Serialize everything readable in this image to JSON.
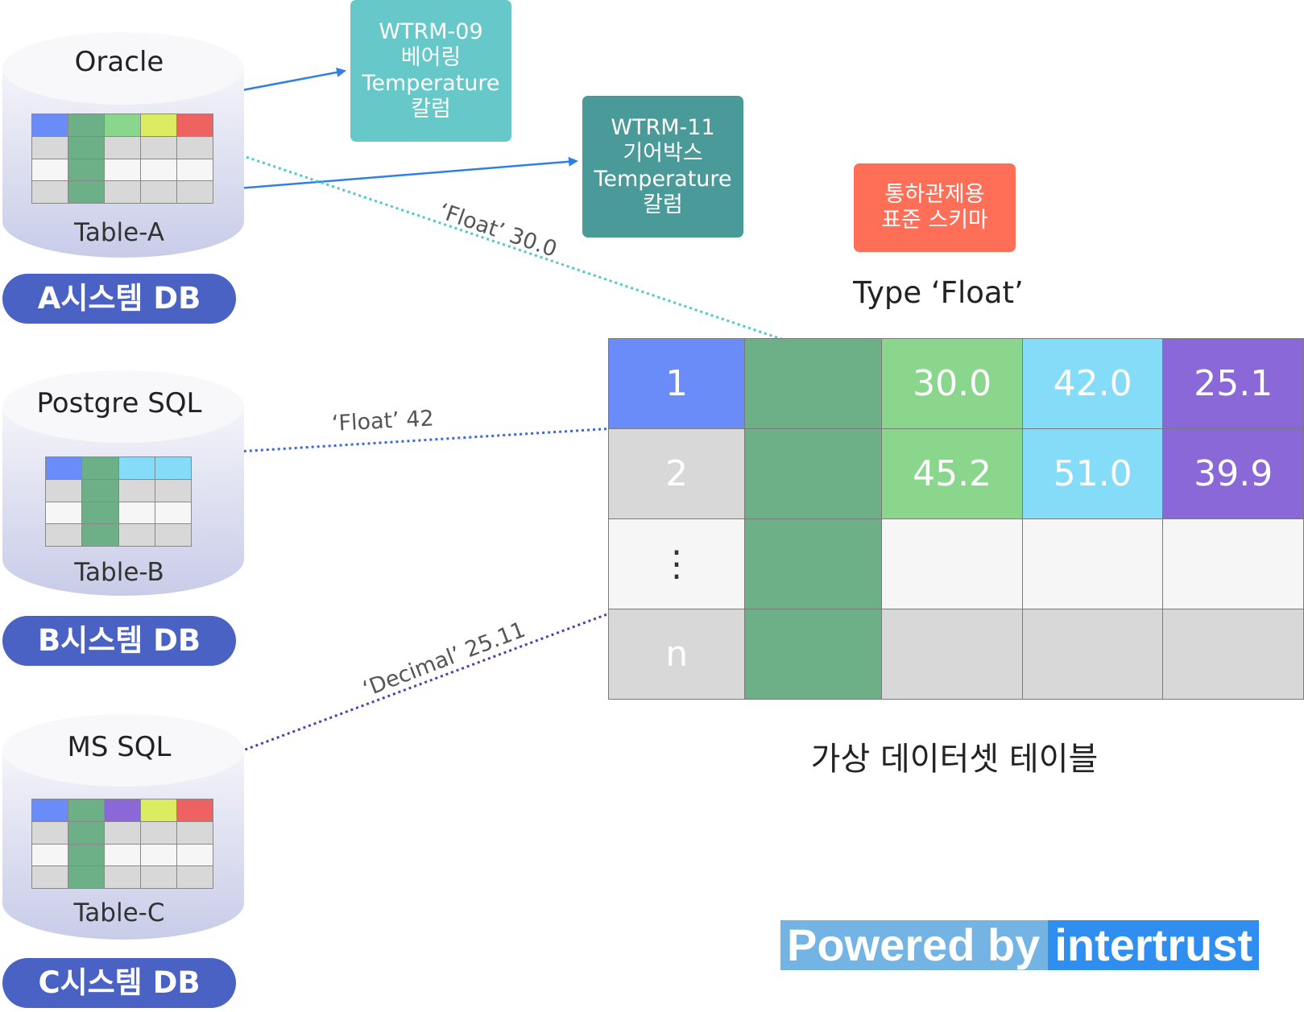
{
  "sources": [
    {
      "db_name": "Oracle",
      "table": "Table-A",
      "system": "A시스템 DB"
    },
    {
      "db_name": "Postgre SQL",
      "table": "Table-B",
      "system": "B시스템 DB"
    },
    {
      "db_name": "MS SQL",
      "table": "Table-C",
      "system": "C시스템 DB"
    }
  ],
  "columns": [
    {
      "code": "WTRM-09",
      "name": "베어링",
      "metric": "Temperature",
      "suffix": "칼럼",
      "color": "#66c8c8"
    },
    {
      "code": "WTRM-11",
      "name": "기어박스",
      "metric": "Temperature",
      "suffix": "칼럼",
      "color": "#4a9a9a"
    }
  ],
  "schema": {
    "line1": "통하관제용",
    "line2": "표준 스키마",
    "color": "#ff6e57",
    "type_label": "Type ‘Float’"
  },
  "edges": [
    {
      "label": "‘Float’  30.0",
      "color": "#4cc8c8"
    },
    {
      "label": "‘Float’  42",
      "color": "#3a66e0"
    },
    {
      "label": "‘Decimal’  25.11",
      "color": "#5a3aa8"
    }
  ],
  "virtual_table": {
    "title": "가상 데이터셋 테이블",
    "rows": [
      {
        "index": "1",
        "c1": "30.0",
        "c2": "42.0",
        "c3": "25.1"
      },
      {
        "index": "2",
        "c1": "45.2",
        "c2": "51.0",
        "c3": "39.9"
      },
      {
        "index": "⋮",
        "c1": "",
        "c2": "",
        "c3": ""
      },
      {
        "index": "n",
        "c1": "",
        "c2": "",
        "c3": ""
      }
    ],
    "colors": {
      "blue": "#6a8cf8",
      "green_dark": "#6db088",
      "green_light": "#8ad68c",
      "cyan": "#84dcf8",
      "purple": "#8a68d8",
      "gray": "#d8d8d8",
      "white": "#f6f6f6"
    }
  },
  "footer": {
    "powered": "Powered by",
    "brand": "intertrust"
  }
}
